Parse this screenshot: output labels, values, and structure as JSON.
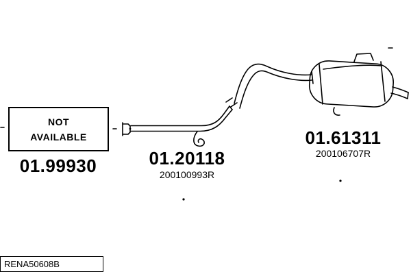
{
  "colors": {
    "background": "#ffffff",
    "line": "#000000",
    "text": "#000000"
  },
  "parts": {
    "unavailable": {
      "name_line1": "NOT",
      "name_line2": "AVAILABLE",
      "part_number": "01.99930"
    },
    "centre_pipe": {
      "part_number": "01.20118",
      "oe_reference": "200100993R"
    },
    "rear_silencer": {
      "part_number": "01.61311",
      "oe_reference": "200106707R"
    }
  },
  "footer": {
    "drawing_code": "RENA50608B"
  }
}
